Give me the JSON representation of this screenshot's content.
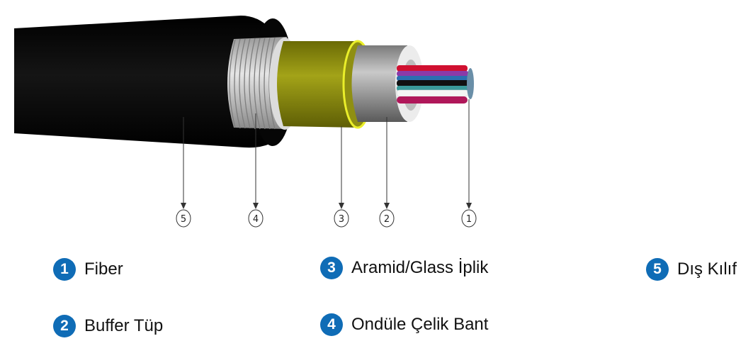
{
  "title": "Fiber optic cable cross-section",
  "callouts": [
    "5",
    "4",
    "3",
    "2",
    "1"
  ],
  "legend": [
    {
      "number": "1",
      "label": "Fiber"
    },
    {
      "number": "2",
      "label": "Buffer Tüp"
    },
    {
      "number": "3",
      "label": "Aramid/Glass İplik"
    },
    {
      "number": "4",
      "label": "Ondüle Çelik Bant"
    },
    {
      "number": "5",
      "label": "Dış Kılıf"
    }
  ],
  "colors": {
    "badge": "#0f6cb6",
    "jacket": "#050505",
    "yarn": "#8c8c10",
    "yarn_ring": "#e8ec2a",
    "steel": "#c8c8c8"
  }
}
